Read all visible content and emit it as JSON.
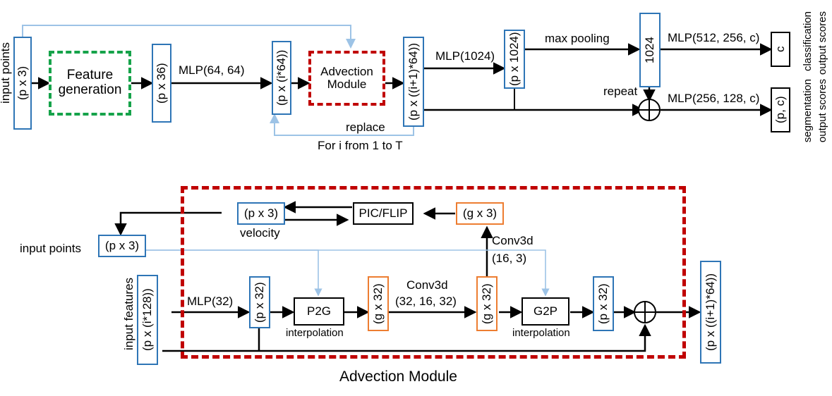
{
  "figure": {
    "caption": "Advection Module",
    "colors": {
      "blue_border": "#2e75b6",
      "orange_border": "#ed7d31",
      "green_dashed": "#16a34a",
      "red_dashed": "#c00000",
      "black": "#000000",
      "light_blue_wire": "#9dc3e6"
    }
  },
  "top_pipeline": {
    "input_label": "input points",
    "nodes": {
      "input_points": "(p x 3)",
      "feature_generation_line1": "Feature",
      "feature_generation_line2": "generation",
      "p_x_36": "(p x 36)",
      "p_x_i64": "(p x (i*64))",
      "advection_line1": "Advection",
      "advection_line2": "Module",
      "p_x_i1_64": "(p x ((i+1)*64))",
      "p_x_1024": "(p x 1024)",
      "global_1024": "1024",
      "class_out": "c",
      "seg_out": "(p, c)"
    },
    "edges": {
      "mlp_64_64": "MLP(64, 64)",
      "mlp_1024": "MLP(1024)",
      "max_pooling": "max pooling",
      "mlp_512_256_c": "MLP(512, 256, c)",
      "repeat": "repeat",
      "mlp_256_128_c": "MLP(256, 128, c)",
      "replace": "replace",
      "loop": "For i from 1 to T"
    },
    "outputs": {
      "classification_line1": "classification",
      "classification_line2": "output scores",
      "segmentation_line1": "segmentation",
      "segmentation_line2": "output scores"
    }
  },
  "advection_module": {
    "input_points_label": "input points",
    "input_features_label": "input features",
    "nodes": {
      "input_points": "(p x 3)",
      "input_features": "(p x (i*128))",
      "velocity_box": "(p x 3)",
      "velocity_label": "velocity",
      "pic_flip": "PIC/FLIP",
      "g_x_3": "(g x 3)",
      "p_x_32_a": "(p x 32)",
      "p2g": "P2G",
      "p2g_sub": "interpolation",
      "g_x_32_a": "(g x 32)",
      "g_x_32_b": "(g x 32)",
      "g2p": "G2P",
      "g2p_sub": "interpolation",
      "p_x_32_b": "(p x 32)",
      "output": "(p x ((i+1)*64))"
    },
    "edges": {
      "mlp_32": "MLP(32)",
      "conv3d_main_line1": "Conv3d",
      "conv3d_main_line2": "(32, 16, 32)",
      "conv3d_vel_line1": "Conv3d",
      "conv3d_vel_line2": "(16, 3)"
    }
  }
}
